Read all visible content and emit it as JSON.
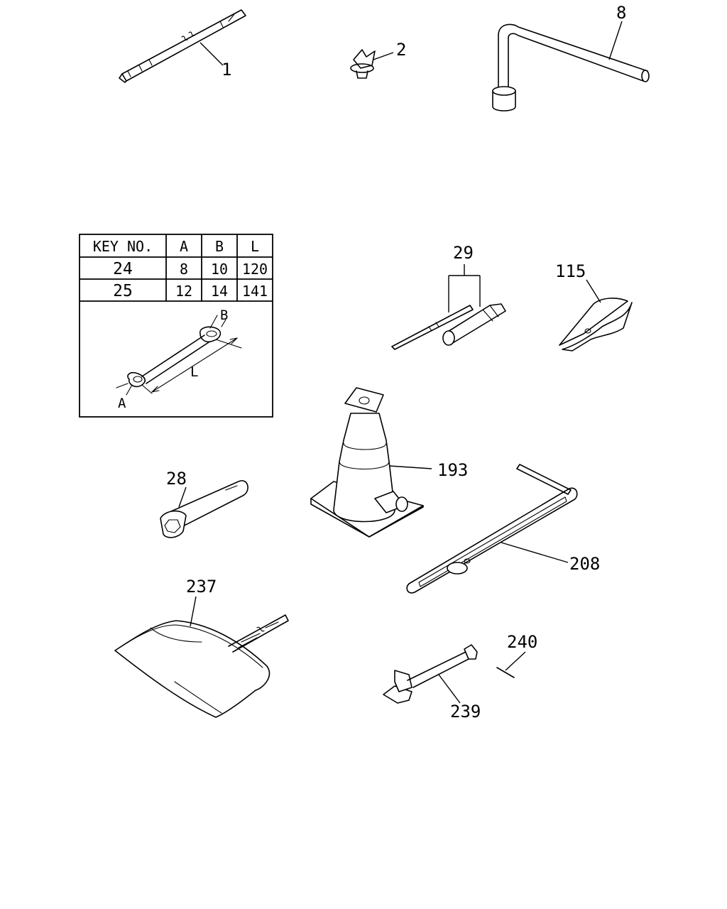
{
  "callouts": {
    "c1": "1",
    "c2": "2",
    "c8": "8",
    "c29": "29",
    "c115": "115",
    "c28": "28",
    "c193": "193",
    "c208": "208",
    "c237": "237",
    "c239": "239",
    "c240": "240"
  },
  "spec_table": {
    "headers": [
      "KEY NO.",
      "A",
      "B",
      "L"
    ],
    "rows": [
      [
        "24",
        "8",
        "10",
        "120"
      ],
      [
        "25",
        "12",
        "14",
        "141"
      ]
    ],
    "dim_labels": {
      "a": "A",
      "b": "B",
      "l": "L"
    }
  }
}
